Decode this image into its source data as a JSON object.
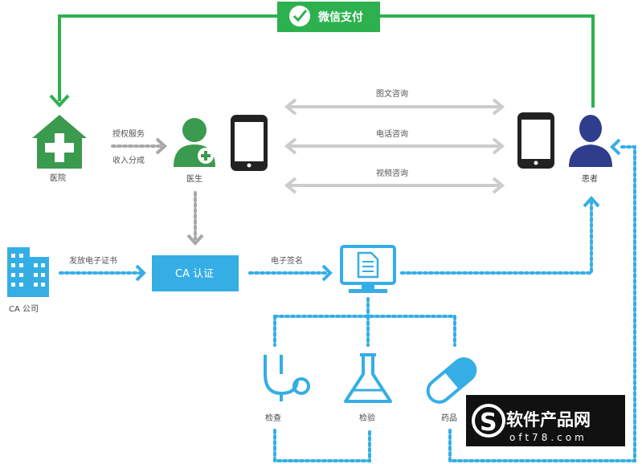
{
  "payment": {
    "label": "微信支付"
  },
  "nodes": {
    "hospital": "医院",
    "doctor": "医生",
    "patient": "患者",
    "ca_company": "CA 公司",
    "ca_auth": "CA 认证",
    "exam": "检查",
    "test": "检验",
    "medicine": "药品"
  },
  "edges": {
    "authorize": "授权服务",
    "revenue_share": "收入分成",
    "issue_cert": "发放电子证书",
    "e_signature": "电子签名"
  },
  "consult": {
    "image_text": "图文咨询",
    "phone": "电话咨询",
    "video": "视频咨询"
  },
  "watermark": {
    "brand": "软件产品网",
    "domain": "oft78.com"
  },
  "colors": {
    "green": "#2db14f",
    "dark_green": "#3a9a4e",
    "blue": "#35aee5",
    "gray": "#a8a8a8",
    "navy": "#2e3e8c"
  }
}
